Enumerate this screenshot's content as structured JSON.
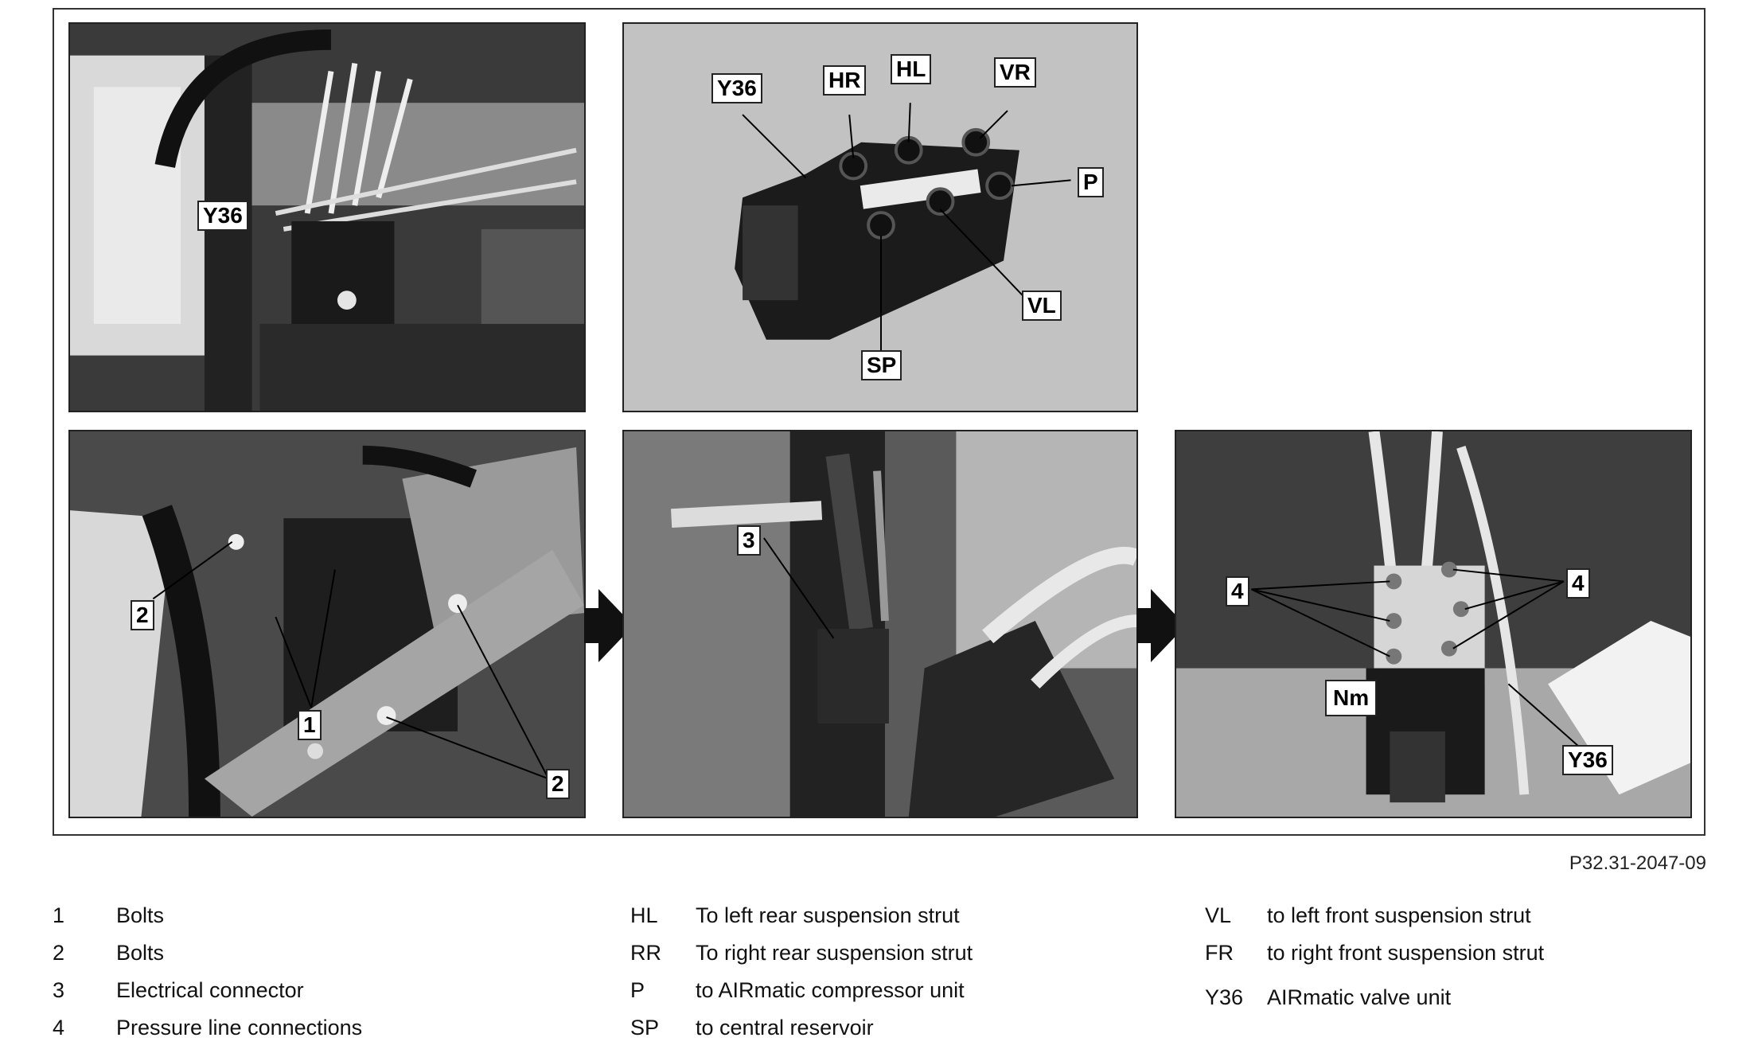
{
  "figure_id": "P32.31-2047-09",
  "panels": {
    "top_left": {
      "callouts": [
        "Y36"
      ]
    },
    "top_center": {
      "callouts": [
        "Y36",
        "HR",
        "HL",
        "VR",
        "P",
        "VL",
        "SP"
      ]
    },
    "bottom_left": {
      "callouts": [
        "2",
        "1",
        "2"
      ]
    },
    "bottom_center": {
      "callouts": [
        "3"
      ]
    },
    "bottom_right": {
      "callouts": [
        "4",
        "4",
        "Nm",
        "Y36"
      ]
    }
  },
  "legend": {
    "col1": [
      {
        "key": "1",
        "text": "Bolts"
      },
      {
        "key": "2",
        "text": "Bolts"
      },
      {
        "key": "3",
        "text": "Electrical connector"
      },
      {
        "key": "4",
        "text": "Pressure line connections"
      }
    ],
    "col2": [
      {
        "key": "HL",
        "text": "To left rear suspension strut"
      },
      {
        "key": "RR",
        "text": "To right rear suspension strut"
      },
      {
        "key": "P",
        "text": "to AIRmatic compressor unit"
      },
      {
        "key": "SP",
        "text": "to central reservoir"
      }
    ],
    "col3": [
      {
        "key": "VL",
        "text": "to left front suspension strut"
      },
      {
        "key": "FR",
        "text": "to right front suspension strut"
      },
      {
        "key": "Y36",
        "text": "AIRmatic valve unit"
      }
    ]
  },
  "colors": {
    "photo_dark": "#1e1e1e",
    "photo_mid": "#6a6a6a",
    "photo_light": "#c8c8c8",
    "panel_bg": "#bdbdbd"
  }
}
